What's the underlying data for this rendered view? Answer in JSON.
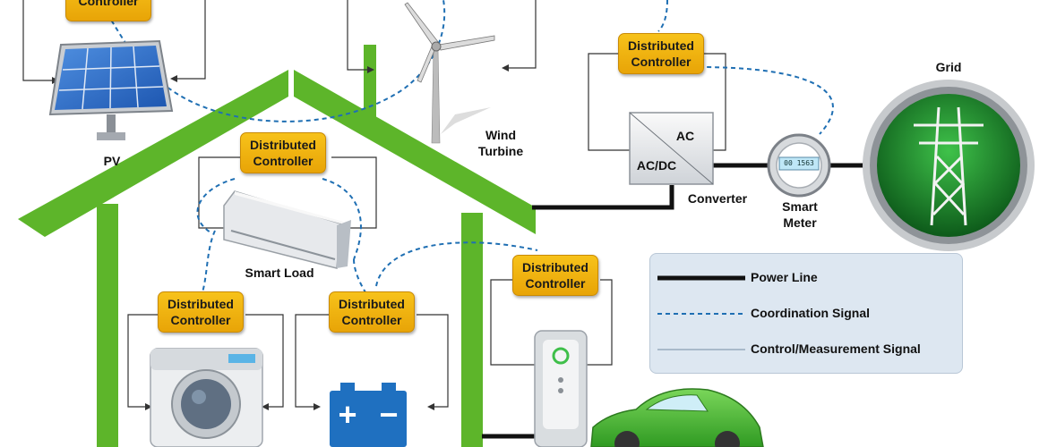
{
  "controllers": {
    "top_left_partial": "Controller",
    "top_right": [
      "Distributed",
      "Controller"
    ],
    "roof": [
      "Distributed",
      "Controller"
    ],
    "washer": [
      "Distributed",
      "Controller"
    ],
    "battery": [
      "Distributed",
      "Controller"
    ],
    "charger": [
      "Distributed",
      "Controller"
    ]
  },
  "labels": {
    "pv": "PV",
    "wind": "Wind",
    "turbine": "Turbine",
    "grid": "Grid",
    "ac": "AC",
    "acdc": "AC/DC",
    "converter": "Converter",
    "smart": "Smart",
    "meter": "Meter",
    "smart_load": "Smart Load",
    "meter_reading": "00 1563"
  },
  "battery_signs": {
    "plus": "+",
    "minus": "−"
  },
  "legend": {
    "power_line": "Power Line",
    "coordination_signal": "Coordination Signal",
    "control_signal": "Control/Measurement Signal"
  },
  "colors": {
    "house": "#5db52a",
    "controller": "#f0b417",
    "coordination": "#1f6fb3",
    "legend_bg": "#dde7f1",
    "car": "#4cbf35",
    "grid_green": "#1e8a2e"
  }
}
